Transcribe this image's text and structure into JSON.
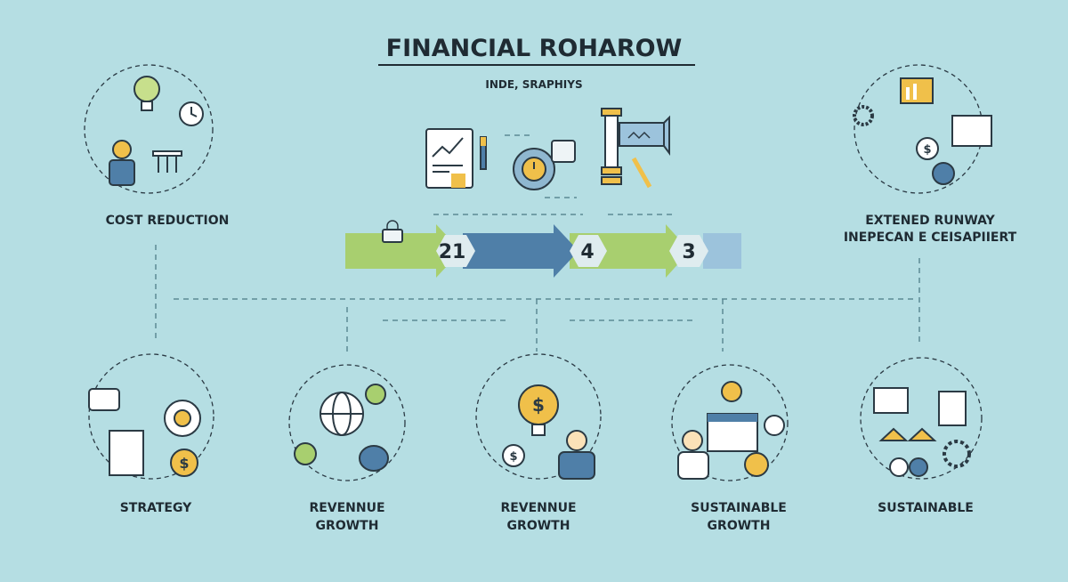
{
  "header": {
    "title": "FINANCIAL ROHAROW",
    "subtitle": "INDE, SRAPHIYS"
  },
  "steps": [
    "21",
    "4",
    "3"
  ],
  "nodes": {
    "cost_reduction": "COST REDUCTION",
    "extended_runway": {
      "line1": "EXTENED RUNWAY",
      "line2": "INEPECAN E CEISAPIIERT"
    },
    "strategy": "STRATEGY",
    "revenue_growth_1": {
      "line1": "REVENNUE",
      "line2": "GROWTH"
    },
    "revenue_growth_2": {
      "line1": "REVENNUE",
      "line2": "GROWTH"
    },
    "sustainable_growth": {
      "line1": "SUSTAINABLE",
      "line2": "GROWTH"
    },
    "sustainable": "SUSTAINABLE"
  },
  "colors": {
    "background": "#b5dee3",
    "green": "#a8cf6f",
    "blue": "#4f7fa8",
    "light_blue": "#9cc3dc",
    "yellow": "#f0c04a",
    "dark": "#1f2b33"
  },
  "icons": [
    "lightbulb-icon",
    "clock-icon",
    "document-chart-icon",
    "pen-icon",
    "gauge-icon",
    "telescope-icon",
    "gear-icon",
    "dollar-coin-icon",
    "globe-icon",
    "money-bag-icon",
    "person-icon",
    "calendar-icon",
    "house-icon",
    "lock-icon"
  ]
}
